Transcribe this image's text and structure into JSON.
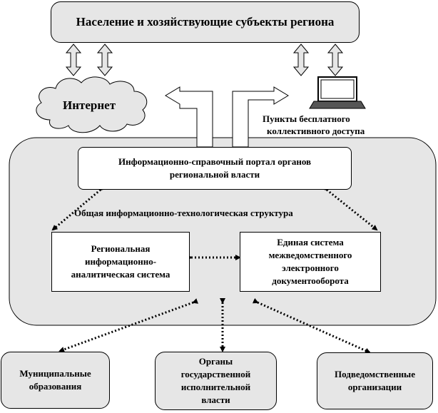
{
  "population_box": "Население и хозяйствующие субъекты региона",
  "internet_label": "Интернет",
  "free_access_label": [
    "Пункты бесплатного",
    "коллективного доступа"
  ],
  "portal_box": [
    "Информационно-справочный портал органов",
    "региональной власти"
  ],
  "common_structure_label": "Общая информационно-технологическая структура",
  "analytics_box": [
    "Региональная",
    "информационно-",
    "аналитическая система"
  ],
  "doc_system_box": [
    "Единая система",
    "межведомственного",
    "электронного",
    "документооборота"
  ],
  "municipal_box": [
    "Муниципальные",
    "образования"
  ],
  "executive_box": [
    "Органы",
    "государственной",
    "исполнительной",
    "власти"
  ],
  "subordinate_box": [
    "Подведомственные",
    "организации"
  ]
}
